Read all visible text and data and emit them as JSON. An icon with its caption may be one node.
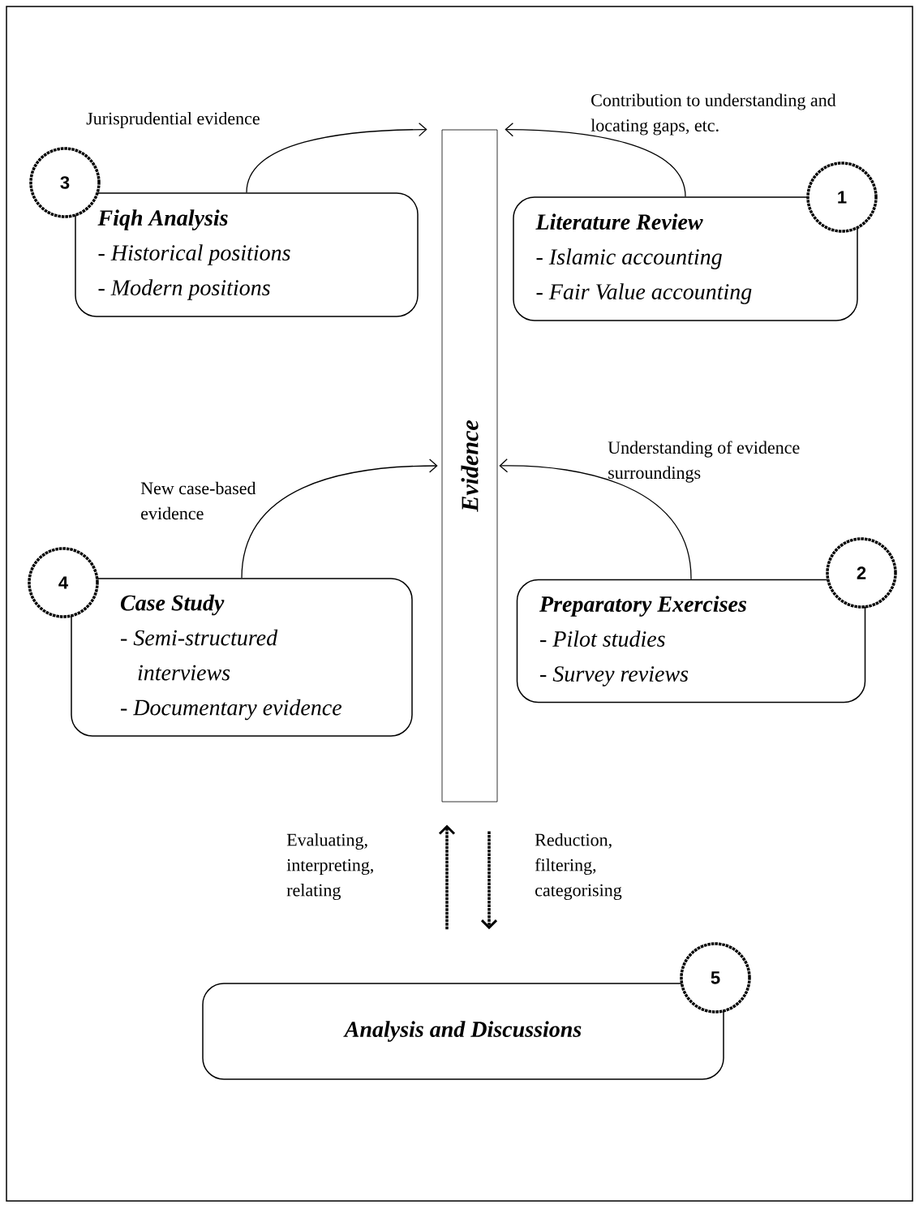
{
  "diagram": {
    "nodes": [
      {
        "text": [
          "3"
        ]
      },
      {
        "text": [
          "Fiqh Analysis",
          "- Historical positions",
          "- Modern positions"
        ]
      },
      {
        "text": [
          "Evidence"
        ]
      },
      {
        "text": [
          "Literature Review",
          "- Islamic accounting",
          "- Fair Value accounting"
        ]
      },
      {
        "text": [
          "1"
        ]
      },
      {
        "text": [
          "4"
        ]
      },
      {
        "text": [
          "Case Study",
          "- Semi-structured interviews",
          "- Documentary evidence"
        ]
      },
      {
        "text": [
          "Preparatory Exercises",
          "- Pilot studies",
          "- Survey reviews"
        ]
      },
      {
        "text": [
          "2"
        ]
      },
      {
        "text": [
          "5"
        ]
      },
      {
        "text": [
          "Analysis and Discussions"
        ]
      }
    ],
    "edges": [
      {
        "from": 1,
        "to": 2,
        "arrow": "to",
        "label": "Jurisprudential evidence"
      },
      {
        "from": 3,
        "to": 2,
        "arrow": "to",
        "label": "Contribution to understanding and locating gaps, etc."
      },
      {
        "from": 6,
        "to": 2,
        "arrow": "to",
        "label": "New case-based evidence"
      },
      {
        "from": 7,
        "to": 2,
        "arrow": "to",
        "label": "Understanding of evidence surroundings"
      },
      {
        "from": 10,
        "to": 2,
        "arrow": "to",
        "label": "Evaluating, interpreting, relating",
        "style": "dashed"
      },
      {
        "from": 2,
        "to": 10,
        "arrow": "to",
        "label": "Reduction, filtering, categorising",
        "style": "dashed"
      }
    ]
  }
}
